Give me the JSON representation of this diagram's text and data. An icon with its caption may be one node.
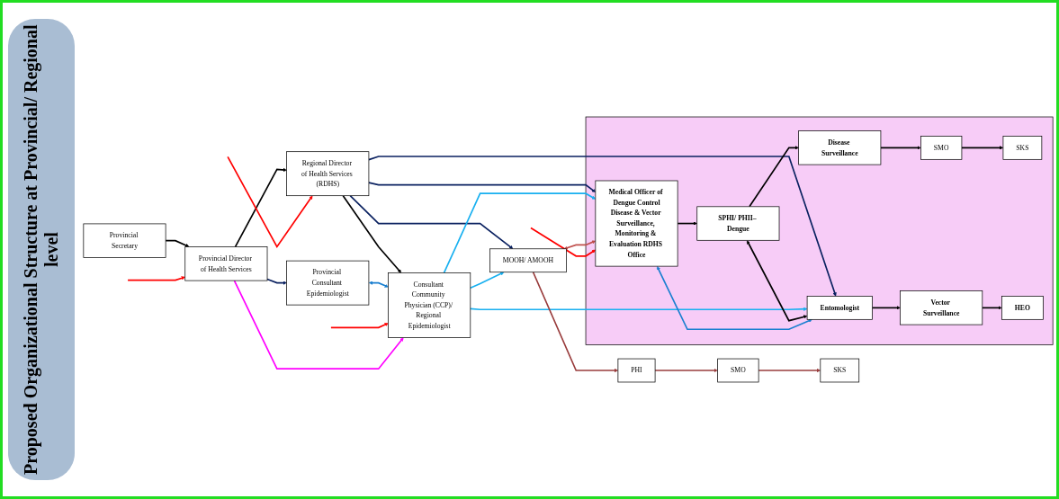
{
  "diagram": {
    "title": "Proposed Organizational Structure at Provincial/ Regional level",
    "nodes": [
      {
        "text": [
          "Provincial Secretary"
        ]
      },
      {
        "text": [
          "Provincial Director of Health Services"
        ]
      },
      {
        "text": [
          "Regional Director of Health Services (RDHS)"
        ]
      },
      {
        "text": [
          "Provincial Consultant Epidemiologist"
        ]
      },
      {
        "text": [
          "Consultant Community Physician (CCP)/ Regional Epidemiologist"
        ]
      },
      {
        "text": [
          "MOOH/ AMOOH"
        ]
      },
      {
        "text": [
          "PHI"
        ]
      },
      {
        "text": [
          "SMO"
        ]
      },
      {
        "text": [
          "SKS"
        ]
      },
      {
        "text": [],
        "shape": "box"
      },
      {
        "text": [
          "Medical Officer of Dengue Control",
          "Disease & Vector Surveillance, Monitoring & Evaluation RDHS Office"
        ],
        "in": 9
      },
      {
        "text": [
          "SPHI/ PHII– Dengue"
        ],
        "in": 9
      },
      {
        "text": [
          "Disease Surveillance"
        ],
        "in": 9
      },
      {
        "text": [
          "SMO"
        ],
        "in": 9
      },
      {
        "text": [
          "SKS"
        ],
        "in": 9
      },
      {
        "text": [
          "Entomologist"
        ],
        "in": 9
      },
      {
        "text": [
          "Vector Surveillance"
        ],
        "in": 9
      },
      {
        "text": [
          "HEO"
        ],
        "in": 9
      }
    ],
    "edges": [
      {
        "from": 0,
        "to": 1,
        "arrow": "to"
      },
      {
        "from": 1,
        "to": 2,
        "arrow": "to"
      },
      {
        "from": 2,
        "to": 4,
        "arrow": "to"
      },
      {
        "from": 1,
        "to": 3,
        "arrow": "to",
        "color": "#0a2160"
      },
      {
        "from": 2,
        "to": 5,
        "arrow": "to",
        "color": "#0a2160"
      },
      {
        "from": 2,
        "to": 10,
        "arrow": "to",
        "color": "#0a2160"
      },
      {
        "from": 2,
        "to": 15,
        "arrow": "to",
        "color": "#0a2160"
      },
      {
        "from": 3,
        "to": 4,
        "arrow": "both",
        "color": "#1a7fd0"
      },
      {
        "from": 4,
        "to": 5,
        "arrow": "to",
        "color": "#18b0f0"
      },
      {
        "from": 4,
        "to": 10,
        "arrow": "to",
        "color": "#18b0f0"
      },
      {
        "from": 4,
        "to": 15,
        "arrow": "to",
        "color": "#18b0f0"
      },
      {
        "from": 5,
        "to": 6,
        "arrow": "to",
        "color": "#993c3c"
      },
      {
        "from": 6,
        "to": 7,
        "arrow": "to",
        "color": "#993c3c"
      },
      {
        "from": 7,
        "to": 8,
        "arrow": "to",
        "color": "#993c3c"
      },
      {
        "from": 5,
        "to": 10,
        "arrow": "both",
        "color": "#c0504d"
      },
      {
        "from": 10,
        "to": 11,
        "arrow": "to"
      },
      {
        "from": 11,
        "to": 12,
        "arrow": "to"
      },
      {
        "from": 12,
        "to": 13,
        "arrow": "to"
      },
      {
        "from": 13,
        "to": 14,
        "arrow": "to"
      },
      {
        "from": 11,
        "to": 15,
        "arrow": "both"
      },
      {
        "from": 10,
        "to": 15,
        "arrow": "both",
        "color": "#1a7fd0"
      },
      {
        "from": 15,
        "to": 16,
        "arrow": "to"
      },
      {
        "from": 16,
        "to": 17,
        "arrow": "to"
      },
      {
        "from": null,
        "to": 2,
        "arrow": "to",
        "color": "#ff0000"
      },
      {
        "from": null,
        "to": 1,
        "arrow": "to",
        "color": "#ff0000"
      },
      {
        "from": null,
        "to": 4,
        "arrow": "to",
        "color": "#ff0000"
      },
      {
        "from": null,
        "to": 10,
        "arrow": "to",
        "color": "#ff0000"
      },
      {
        "from": 1,
        "to": 4,
        "arrow": "to",
        "color": "#ff00ff"
      }
    ]
  }
}
